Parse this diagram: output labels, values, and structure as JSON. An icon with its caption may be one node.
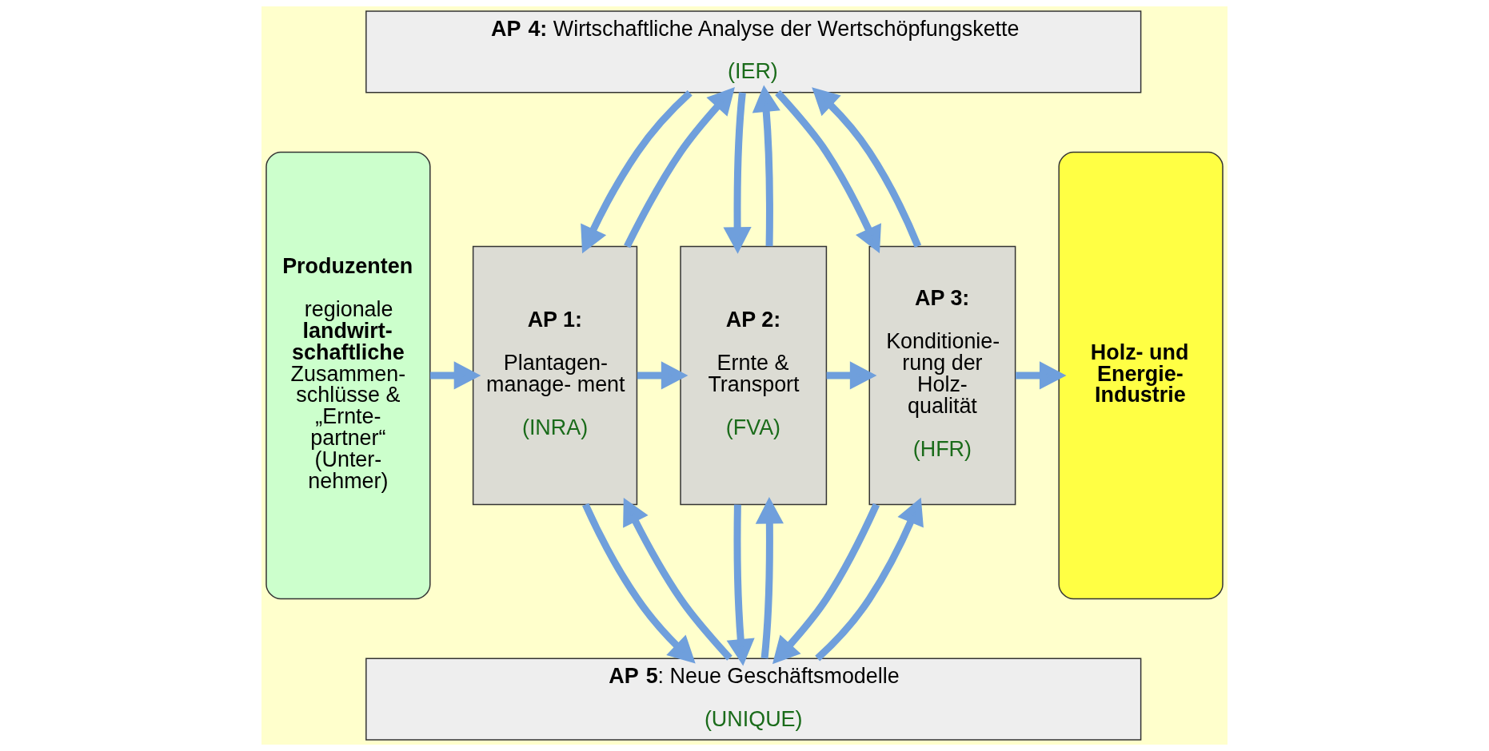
{
  "diagram": {
    "nodes": [
      {
        "text": [
          "Produzenten",
          "regionale **landwirt- schaftliche** Zusammen- schlüsse & „Ernte- partner“ (Unter- nehmer)"
        ]
      },
      {
        "text": [
          "**AP 4:** Wirtschaftliche Analyse der Wertschöpfungskette",
          "(IER)"
        ]
      },
      {
        "text": [
          "AP 1:",
          "Plantagen- manage- ment",
          "(INRA)"
        ]
      },
      {
        "text": [
          "AP 2:",
          "Ernte & Transport",
          "(FVA)"
        ]
      },
      {
        "text": [
          "AP 3:",
          "Konditionie- rung der Holz- qualität",
          "(HFR)"
        ]
      },
      {
        "text": [
          "Holz- und Energie- Industrie"
        ]
      },
      {
        "text": [
          "**AP 5**: Neue Geschäftsmodelle",
          "(UNIQUE)"
        ]
      }
    ],
    "edges": [
      {
        "from": 0,
        "to": 2,
        "arrow": "to"
      },
      {
        "from": 2,
        "to": 3,
        "arrow": "to"
      },
      {
        "from": 3,
        "to": 4,
        "arrow": "to"
      },
      {
        "from": 4,
        "to": 5,
        "arrow": "to"
      },
      {
        "from": 2,
        "to": 1,
        "arrow": "to"
      },
      {
        "from": 1,
        "to": 2,
        "arrow": "to"
      },
      {
        "from": 3,
        "to": 1,
        "arrow": "to"
      },
      {
        "from": 1,
        "to": 3,
        "arrow": "to"
      },
      {
        "from": 4,
        "to": 1,
        "arrow": "to"
      },
      {
        "from": 1,
        "to": 4,
        "arrow": "to"
      },
      {
        "from": 6,
        "to": 2,
        "arrow": "to"
      },
      {
        "from": 2,
        "to": 6,
        "arrow": "to"
      },
      {
        "from": 6,
        "to": 3,
        "arrow": "to"
      },
      {
        "from": 3,
        "to": 6,
        "arrow": "to"
      },
      {
        "from": 6,
        "to": 4,
        "arrow": "to"
      },
      {
        "from": 4,
        "to": 6,
        "arrow": "to"
      }
    ]
  }
}
